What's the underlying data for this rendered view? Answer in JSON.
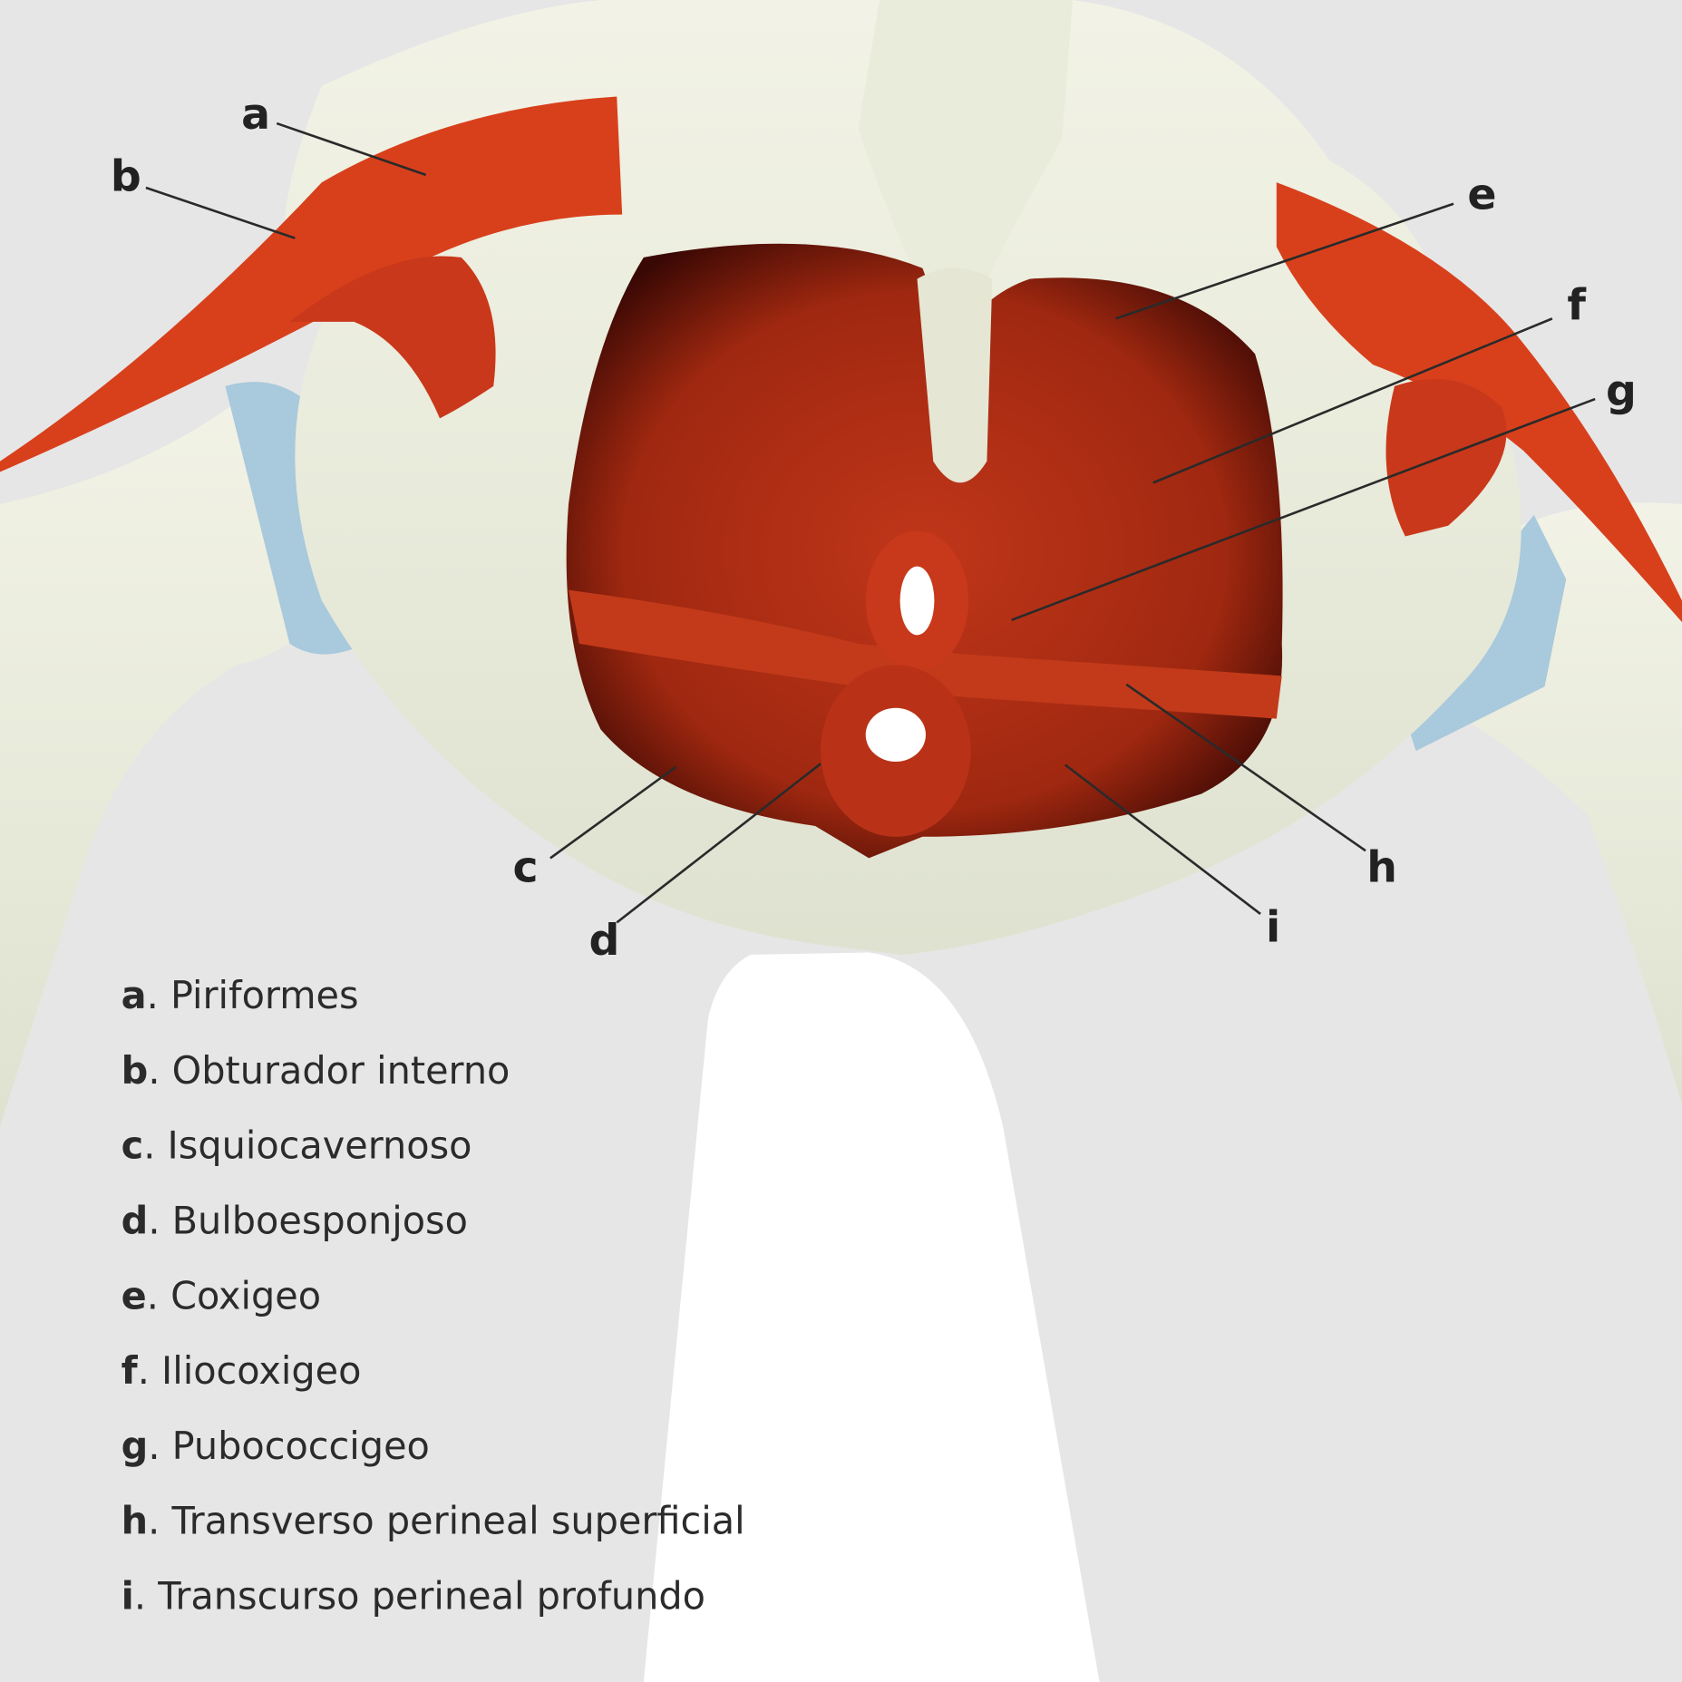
{
  "diagram": {
    "labels": [
      "a",
      "b",
      "c",
      "d",
      "e",
      "f",
      "g",
      "h",
      "i"
    ],
    "legend": [
      {
        "key": "a",
        "name": "Piriformes"
      },
      {
        "key": "b",
        "name": "Obturador interno"
      },
      {
        "key": "c",
        "name": "Isquiocavernoso"
      },
      {
        "key": "d",
        "name": "Bulboesponjoso"
      },
      {
        "key": "e",
        "name": "Coxigeo"
      },
      {
        "key": "f",
        "name": "Iliocoxigeo"
      },
      {
        "key": "g",
        "name": "Pubococcigeo"
      },
      {
        "key": "h",
        "name": "Transverso perineal superficial"
      },
      {
        "key": "i",
        "name": "Transcurso perineal profundo"
      }
    ],
    "colors": {
      "background": "#e6e6e6",
      "bone": "#eceedd",
      "muscle": "#d8401c",
      "muscle_dark": "#7a1608",
      "cartilage": "#a9c9dc"
    }
  }
}
